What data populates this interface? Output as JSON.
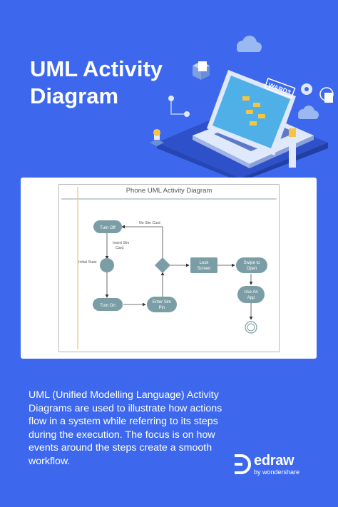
{
  "hero": {
    "title_line1": "UML Activity",
    "title_line2": "Diagram",
    "screen_badge": "WARD3"
  },
  "diagram": {
    "title": "Phone UML Activity Diagram",
    "nodes": {
      "turn_off": "Turn Off",
      "turn_on": "Turn On",
      "enter_sim_pin": [
        "Enter Sim",
        "Pin"
      ],
      "lock_screen": [
        "Lock",
        "Screen"
      ],
      "swipe_to_open": [
        "Swipe to",
        "Open"
      ],
      "use_an_app": [
        "Use An",
        "App"
      ]
    },
    "labels": {
      "no_sim_card": "No Sim Card",
      "insert_sim_card": [
        "Insert Sim",
        "Card"
      ],
      "initial_state": "Initial State"
    }
  },
  "description": [
    "UML (Unified Modelling Language) Activity",
    "Diagrams are used to illustrate how actions",
    "flow in a system while referring to its steps",
    "during the execution. The focus is on how",
    "events around the steps create a smooth",
    "workflow."
  ],
  "brand": {
    "name": "edraw",
    "sub": "by wondershare"
  },
  "colors": {
    "background": "#3d68ee",
    "node_fill": "#7b9ea6",
    "swimlane_line": "#f0c27a",
    "laptop_screen": "#4fb0e8"
  }
}
